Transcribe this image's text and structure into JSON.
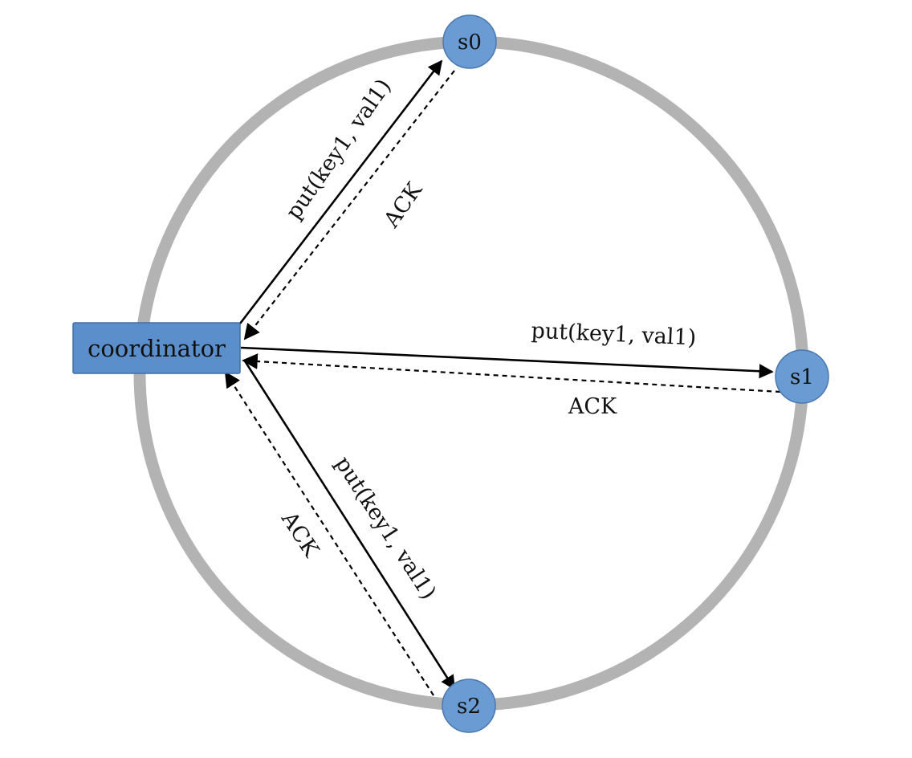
{
  "coordinator": {
    "label": "coordinator",
    "fill": "#5b8fcb",
    "stroke": "#3e6fa6"
  },
  "ring": {
    "color": "#b3b3b3"
  },
  "servers": [
    {
      "id": "s0",
      "label": "s0"
    },
    {
      "id": "s1",
      "label": "s1"
    },
    {
      "id": "s2",
      "label": "s2"
    }
  ],
  "node_style": {
    "fill": "#6a9bd2",
    "stroke": "#4a78b0"
  },
  "messages": {
    "request_label": "put(key1, val1)",
    "ack_label": "ACK"
  }
}
